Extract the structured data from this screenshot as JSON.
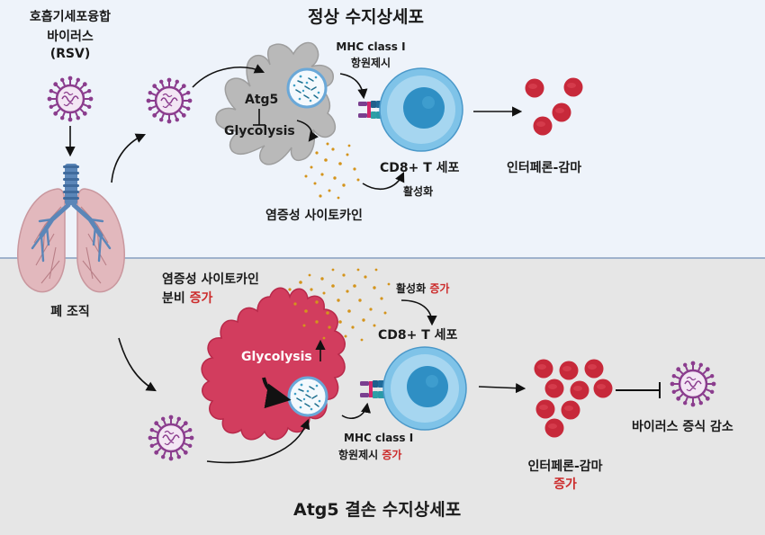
{
  "top_title": "정상 수지상세포",
  "bottom_title": "Atg5 결손 수지상세포",
  "virus": {
    "line1": "호흡기세포융합",
    "line2": "바이러스",
    "line3": "(RSV)"
  },
  "lung_label": "폐 조직",
  "top": {
    "atg5": "Atg5",
    "glycolysis": "Glycolysis",
    "mhc_line1": "MHC class I",
    "mhc_line2": "항원제시",
    "tcell": "CD8+ T 세포",
    "ifn": "인터페론-감마",
    "activation": "활성화",
    "cytokine": "염증성 사이토카인"
  },
  "bottom": {
    "cytokine_line1": "염증성 사이토카인",
    "cytokine_line2_prefix": "분비",
    "increase": "증가",
    "activation": "활성화",
    "glycolysis": "Glycolysis",
    "tcell": "CD8+ T 세포",
    "mhc_line1": "MHC class I",
    "mhc_line2": "항원제시",
    "ifn": "인터페론-감마",
    "virus_reduction": "바이러스 증식 감소"
  },
  "colors": {
    "dc_normal": "#b9b9b9",
    "dc_atg5": "#d23d5e",
    "tcell": "#7fc3e8",
    "tcell_nucleus": "#2f8fc4",
    "ifn": "#c7293a",
    "virus": "#8b3d8e",
    "lung": "#e2b8bd",
    "trachea": "#5b86b8",
    "cytokine": "#d4941c",
    "highlight": "#cc2b2b"
  }
}
